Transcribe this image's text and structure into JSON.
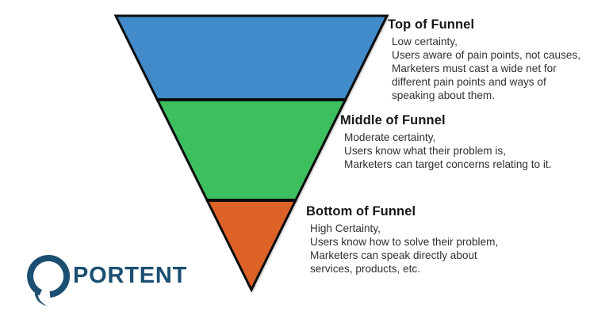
{
  "background_color": "#ffffff",
  "funnel": {
    "stroke_color": "#0d0d0d",
    "sections": [
      {
        "name": "top",
        "color": "#428bca",
        "heading": "Top of Funnel",
        "lines": [
          "Low certainty,",
          "Users aware of pain points, not causes,",
          "Marketers must cast a wide net for",
          "different pain points and ways of",
          "speaking about them."
        ]
      },
      {
        "name": "middle",
        "color": "#3cbf5e",
        "heading": "Middle of Funnel",
        "lines": [
          "Moderate certainty,",
          "Users know what their problem is,",
          "Marketers can target concerns relating to it."
        ]
      },
      {
        "name": "bottom",
        "color": "#dd6227",
        "heading": "Bottom of Funnel",
        "lines": [
          "High Certainty,",
          "Users know how to solve their problem,",
          "Marketers can speak directly about",
          "services, products, etc."
        ]
      }
    ]
  },
  "logo": {
    "text": "PORTENT",
    "color": "#1b4f72"
  }
}
